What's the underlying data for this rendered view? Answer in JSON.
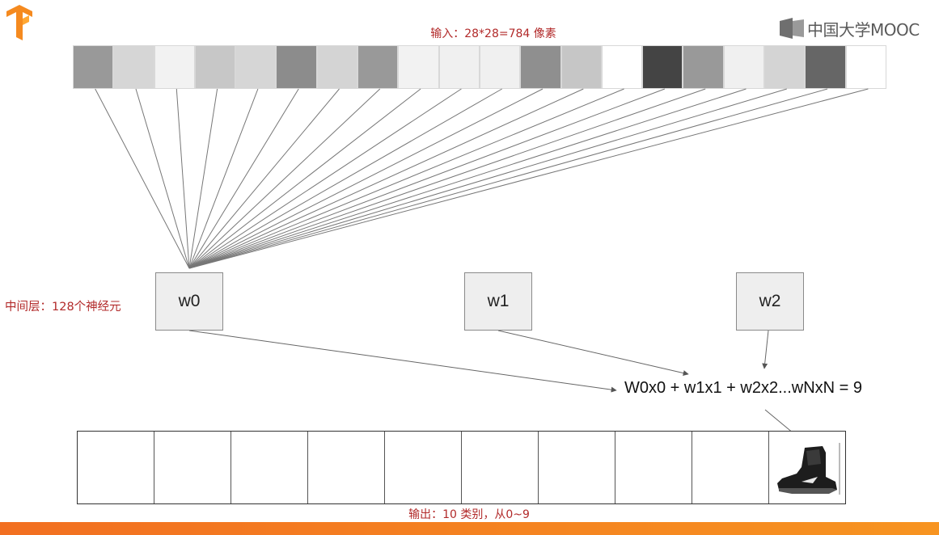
{
  "header": {
    "tensorflow_logo_icon": "tensorflow-logo-icon",
    "brand_text": "中国大学MOOC",
    "brand_icon": "mooc-logo-icon"
  },
  "input_layer": {
    "title": "输入：28*28=784 像素",
    "pixels": [
      "#999999",
      "#d6d6d6",
      "#f2f2f2",
      "#c7c7c7",
      "#d6d6d6",
      "#8c8c8c",
      "#d4d4d4",
      "#999999",
      "#f2f2f2",
      "#f0f0f0",
      "#f0f0f0",
      "#8f8f8f",
      "#c6c6c6",
      "#ffffff",
      "#444444",
      "#999999",
      "#f0f0f0",
      "#d4d4d4",
      "#666666",
      "#ffffff"
    ]
  },
  "hidden_layer": {
    "label": "中间层：128个神经元",
    "neurons": [
      "w0",
      "w1",
      "w2"
    ]
  },
  "formula": "W0x0 + w1x1 + w2x2...wNxN = 9",
  "output_layer": {
    "caption": "输出：10 类别，从0~9",
    "cell_count": 10,
    "predicted_index": 9,
    "predicted_image": "ankle-boot-image"
  },
  "colors": {
    "accent_red": "#b22a2a",
    "bottom_bar_start": "#f26f21",
    "bottom_bar_end": "#f79421"
  }
}
